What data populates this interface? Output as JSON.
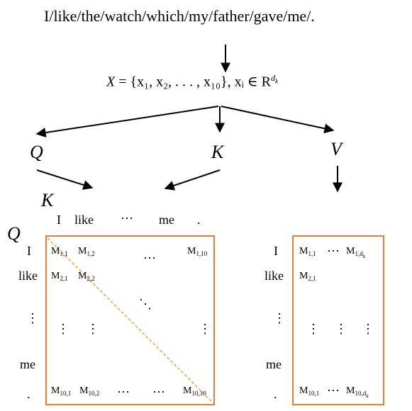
{
  "sentence": "I/like/the/watch/which/my/father/gave/me/.",
  "formula": {
    "lhs": "X",
    "set": "= {x₁, x₂, . . . , x₁₀}, xᵢ ∈ R",
    "superscript": "dk"
  },
  "branch_labels": {
    "q": "Q",
    "k": "K",
    "v": "V"
  },
  "attention_matrix": {
    "col_axis_label": "K",
    "row_axis_label": "Q",
    "col_tokens": [
      "I",
      "like",
      "⋯",
      "me",
      "."
    ],
    "row_tokens": [
      "I",
      "like",
      "⋮",
      "me",
      "."
    ],
    "cells": {
      "m11": "M1,1",
      "m12": "M1,2",
      "m110": "M1,10",
      "m21": "M2,1",
      "m22": "M2,2",
      "m101": "M10,1",
      "m102": "M10,2",
      "m1010": "M10,10"
    },
    "ellipsis_h": "⋯",
    "ellipsis_v": "⋮",
    "ellipsis_d": "⋱"
  },
  "value_matrix": {
    "row_tokens": [
      "I",
      "like",
      "⋮",
      "me",
      "."
    ],
    "cells": {
      "m11": "M1,1",
      "m1d": "M1,dk",
      "m21": "M2,1",
      "m101": "M10,1",
      "m10d": "M10,dk"
    },
    "ellipsis_h": "⋯",
    "ellipsis_v": "⋮"
  },
  "colors": {
    "accent": "#ED7D31",
    "ink": "#000000"
  }
}
